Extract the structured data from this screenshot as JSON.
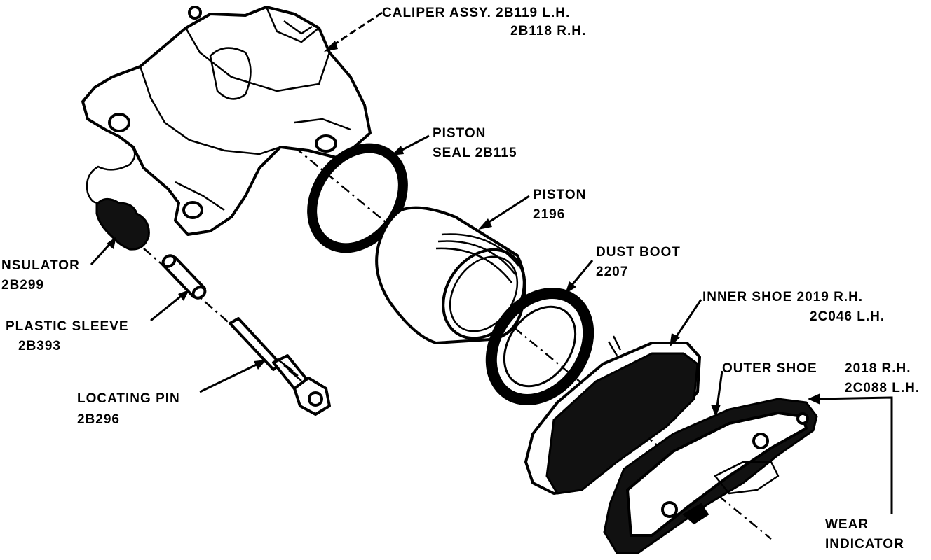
{
  "labels": {
    "caliper_line1": "CALIPER ASSY. 2B119 L.H.",
    "caliper_line2": "2B118 R.H.",
    "piston_seal_line1": "PISTON",
    "piston_seal_line2": "SEAL 2B115",
    "piston_line1": "PISTON",
    "piston_line2": "2196",
    "dust_boot_line1": "DUST BOOT",
    "dust_boot_line2": "2207",
    "inner_shoe_line1": "INNER SHOE 2019 R.H.",
    "inner_shoe_line2": "2C046 L.H.",
    "outer_shoe_line1": "OUTER SHOE",
    "outer_shoe_rh": "2018 R.H.",
    "outer_shoe_lh": "2C088 L.H.",
    "wear_line1": "WEAR",
    "wear_line2": "INDICATOR",
    "insulator_line1": "NSULATOR",
    "insulator_line2": "2B299",
    "sleeve_line1": "PLASTIC SLEEVE",
    "sleeve_line2": "2B393",
    "pin_line1": "LOCATING PIN",
    "pin_line2": "2B296"
  }
}
